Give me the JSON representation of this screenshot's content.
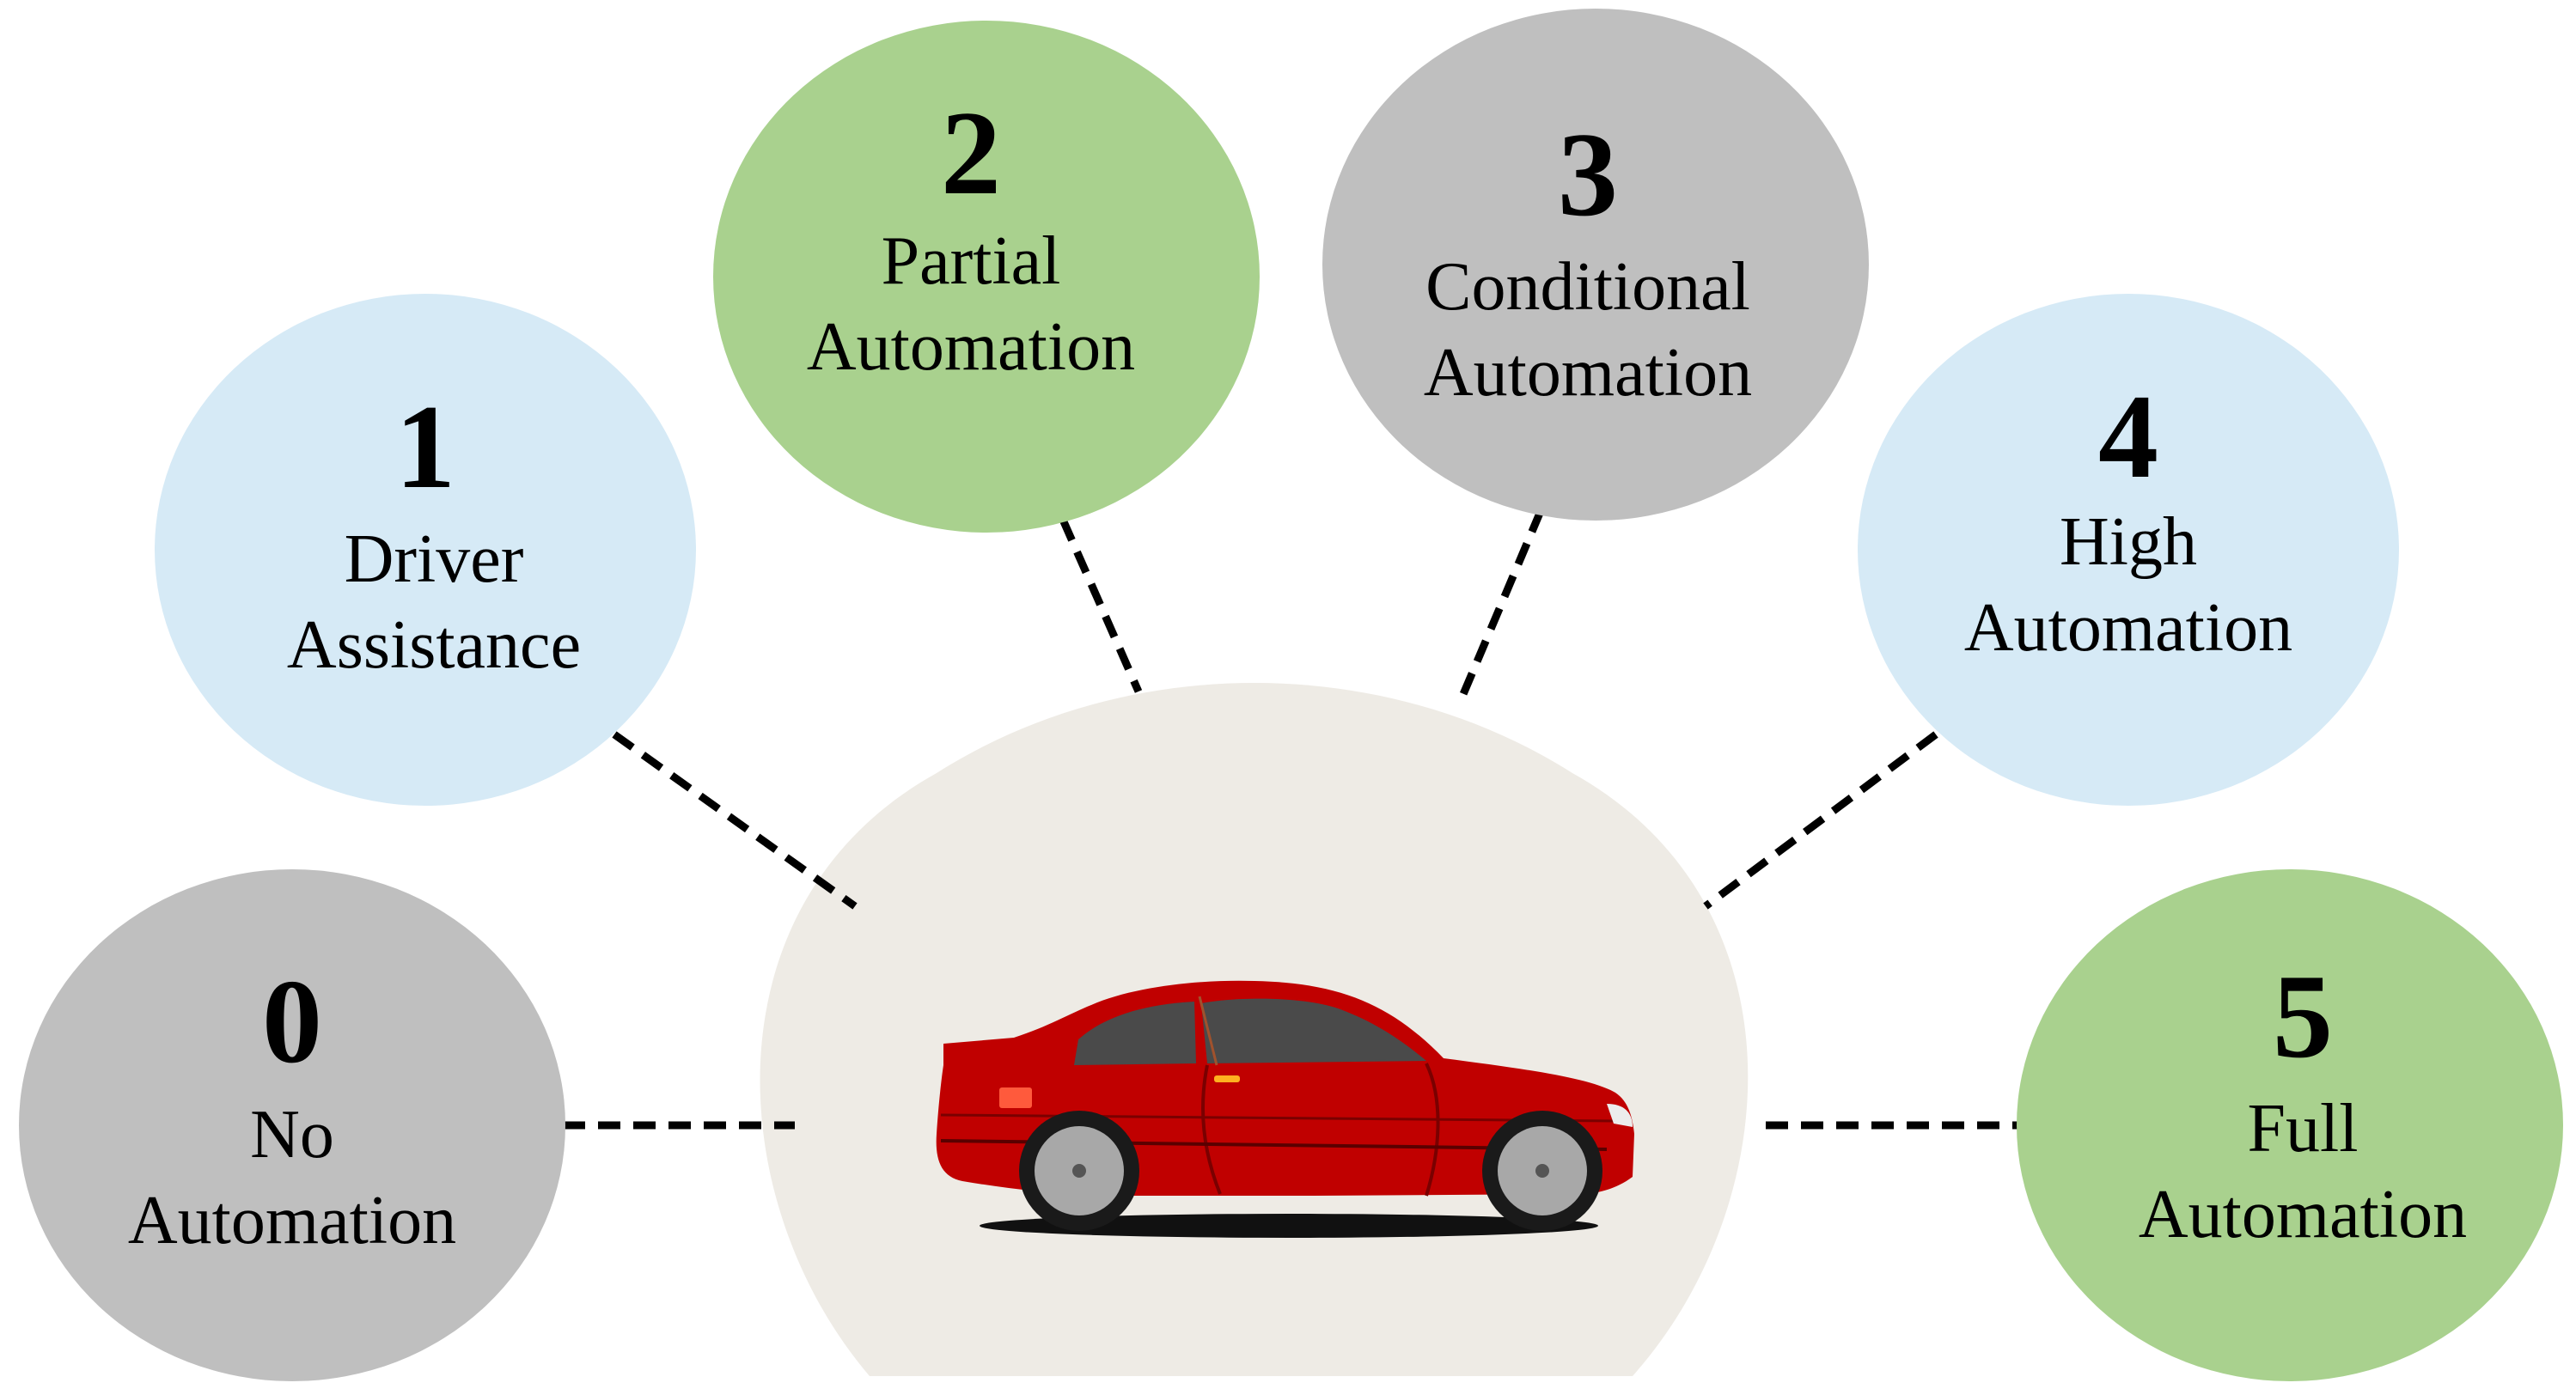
{
  "diagram": {
    "levels": [
      {
        "number": "0",
        "line1": "No",
        "line2": "Automation",
        "color": "#bfbfbf"
      },
      {
        "number": "1",
        "line1": "Driver",
        "line2": "Assistance",
        "color": "#d6eaf6"
      },
      {
        "number": "2",
        "line1": "Partial",
        "line2": "Automation",
        "color": "#a9d18e"
      },
      {
        "number": "3",
        "line1": "Conditional",
        "line2": "Automation",
        "color": "#bfbfbf"
      },
      {
        "number": "4",
        "line1": "High",
        "line2": "Automation",
        "color": "#d6eaf6"
      },
      {
        "number": "5",
        "line1": "Full",
        "line2": "Automation",
        "color": "#a9d18e"
      }
    ],
    "center": {
      "fill": "#eeebe5",
      "car_color": "#c00000"
    }
  }
}
